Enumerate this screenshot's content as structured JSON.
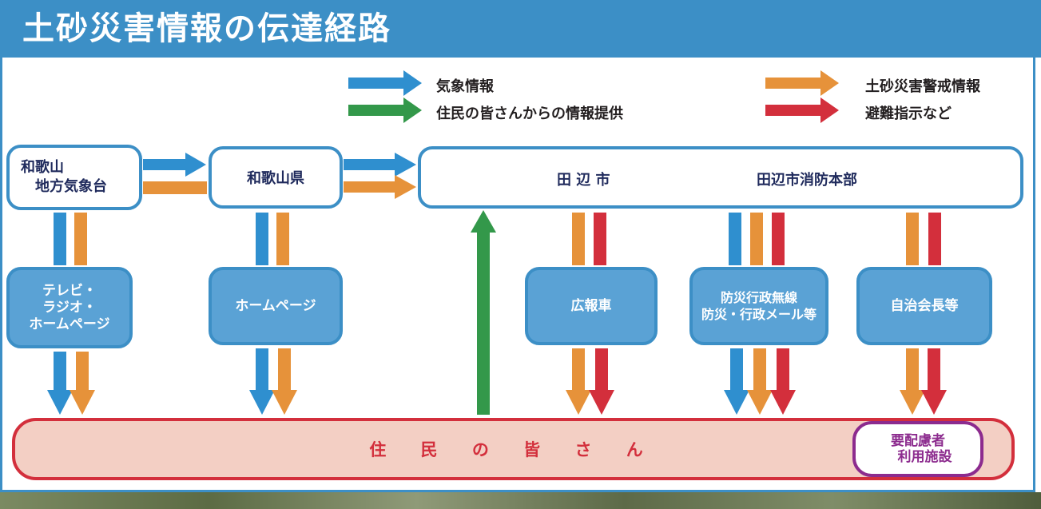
{
  "title": "土砂災害情報の伝達経路",
  "legend": {
    "weather_info": "気象情報",
    "resident_info": "住民の皆さんからの情報提供",
    "sediment_alert": "土砂災害警戒情報",
    "evacuation": "避難指示など"
  },
  "colors": {
    "weather_info": "#2f8fcf",
    "resident_info": "#33984a",
    "sediment_alert": "#e6923a",
    "evacuation": "#d32f3c"
  },
  "nodes": {
    "wakayama_observatory": "和歌山\n　地方気象台",
    "wakayama_prefecture": "和歌山県",
    "tanabe_city": "田 辺 市",
    "tanabe_fire": "田辺市消防本部",
    "tv_radio": "テレビ・\nラジオ・\nホームページ",
    "homepage": "ホームページ",
    "pr_vehicle": "広報車",
    "disaster_radio": "防災行政無線\n防災・行政メール等",
    "neighborhood_head": "自治会長等",
    "residents": "住 民 の 皆 さ ん",
    "care_facility": "要配慮者\n　利用施設"
  }
}
